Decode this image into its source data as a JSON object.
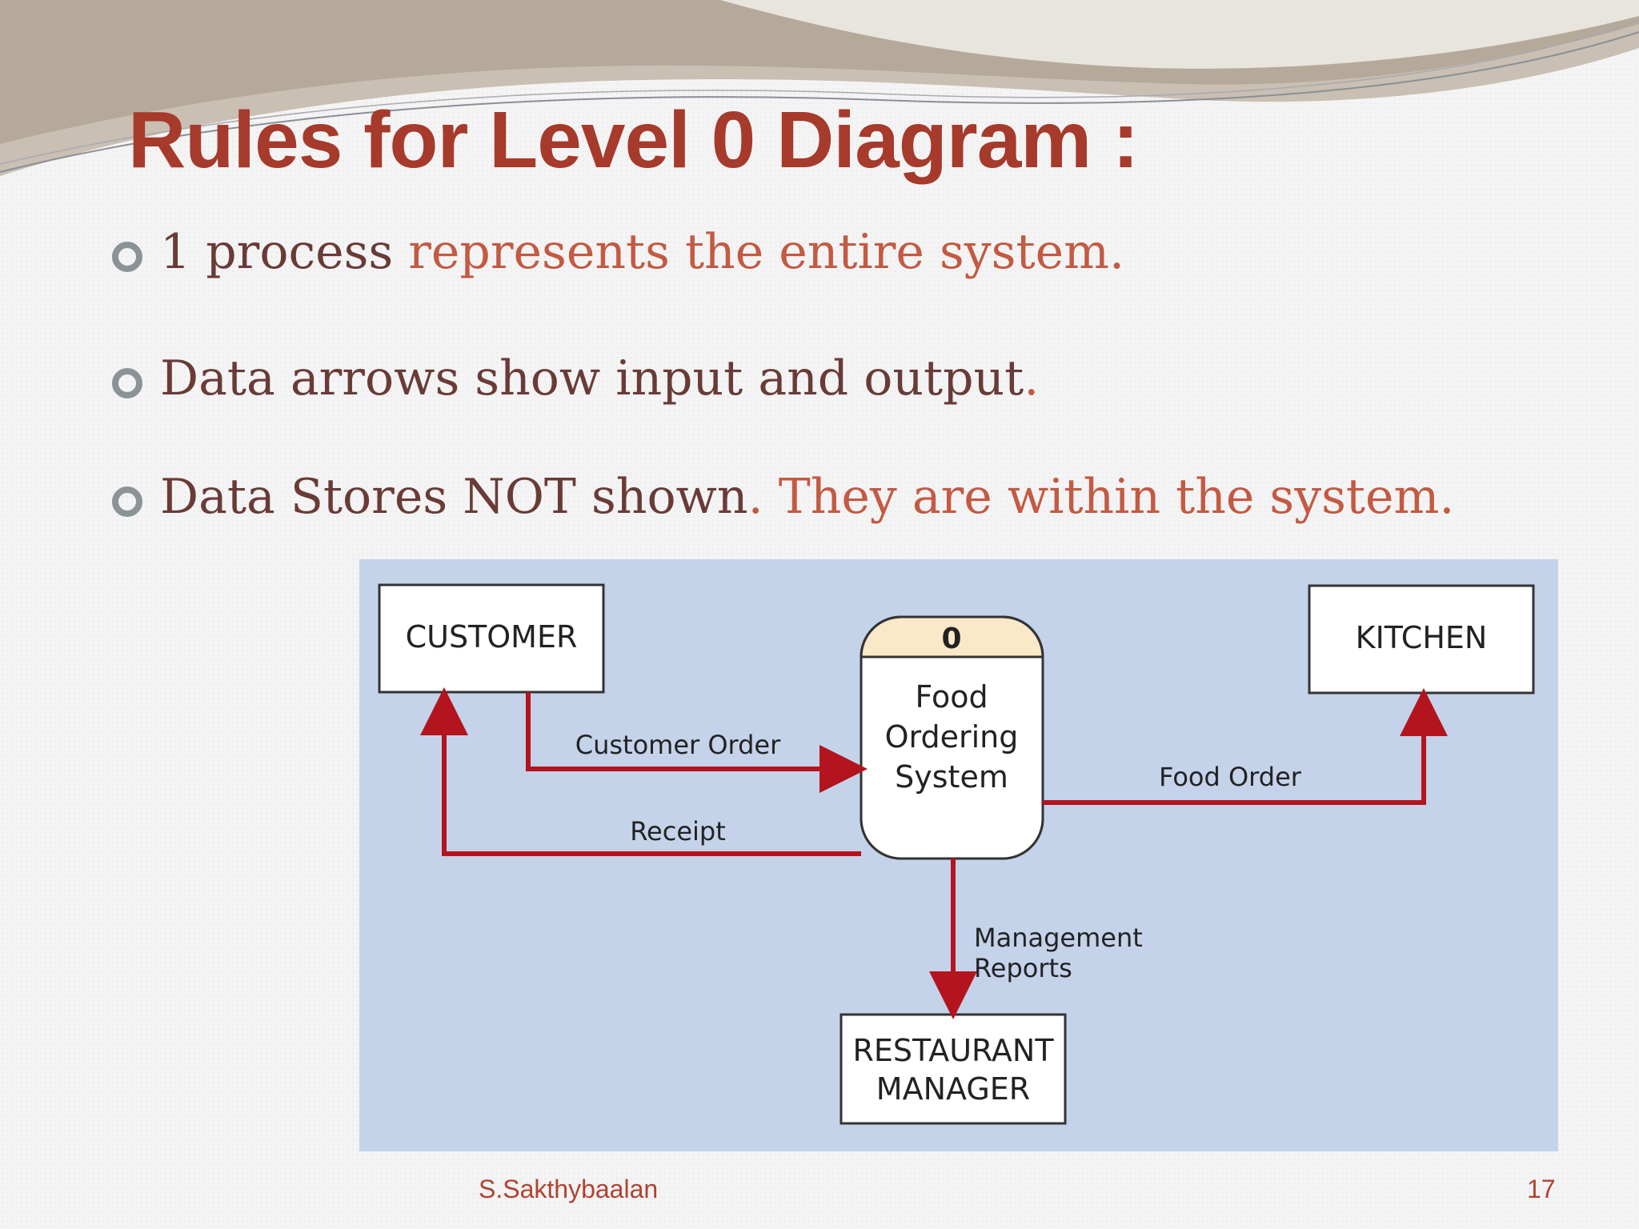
{
  "slide": {
    "title": "Rules for Level 0 Diagram :",
    "bullets": [
      {
        "plain": "1 process ",
        "accent": "represents the entire system."
      },
      {
        "plain": "Data arrows show input and output",
        "accent": "."
      },
      {
        "plain": "Data Stores NOT shown",
        "accent": ". They are within the system."
      }
    ],
    "author": "S.Sakthybaalan",
    "page_number": "17"
  },
  "diagram": {
    "entities": {
      "customer": "CUSTOMER",
      "kitchen": "KITCHEN",
      "manager_line1": "RESTAURANT",
      "manager_line2": "MANAGER"
    },
    "process": {
      "number": "0",
      "line1": "Food",
      "line2": "Ordering",
      "line3": "System"
    },
    "flows": {
      "customer_order": "Customer Order",
      "receipt": "Receipt",
      "food_order": "Food Order",
      "reports_line1": "Management",
      "reports_line2": "Reports"
    },
    "colors": {
      "background": "#c4d3ea",
      "arrow": "#b3141e",
      "process_header": "#fbe8c8",
      "title": "#a63a2b",
      "accent_text": "#c35a42",
      "body_text": "#6a3b36"
    }
  }
}
